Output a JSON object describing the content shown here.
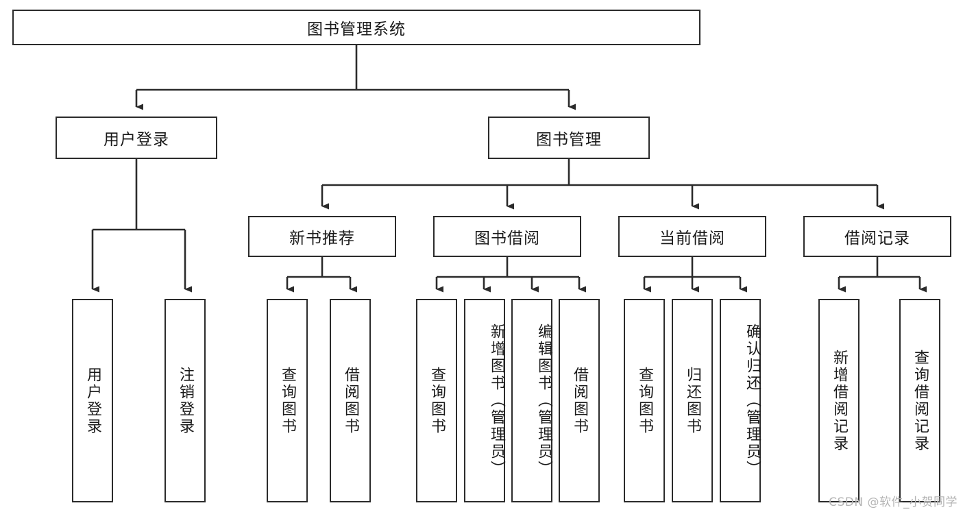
{
  "diagram": {
    "type": "tree",
    "title": "图书管理系统",
    "watermark": "CSDN @软件_小贺同学",
    "colors": {
      "box_border": "#2b2b2b",
      "box_fill": "#ffffff",
      "connector": "#2b2b2b",
      "background": "#ffffff",
      "watermark": "#b4b4b4"
    },
    "root": {
      "label": "图书管理系统"
    },
    "level2": [
      {
        "label": "用户登录"
      },
      {
        "label": "图书管理"
      }
    ],
    "level3": [
      {
        "label": "新书推荐"
      },
      {
        "label": "图书借阅"
      },
      {
        "label": "当前借阅"
      },
      {
        "label": "借阅记录"
      }
    ],
    "leaves": {
      "user_login": [
        {
          "label": "用户登录"
        },
        {
          "label": "注销登录"
        }
      ],
      "new_book_recommend": [
        {
          "label": "查询图书"
        },
        {
          "label": "借阅图书"
        }
      ],
      "book_borrow": [
        {
          "label": "查询图书"
        },
        {
          "label": "新增图书（管理员）"
        },
        {
          "label": "编辑图书（管理员）"
        },
        {
          "label": "借阅图书"
        }
      ],
      "current_borrow": [
        {
          "label": "查询图书"
        },
        {
          "label": "归还图书"
        },
        {
          "label": "确认归还（管理员）"
        }
      ],
      "borrow_record": [
        {
          "label": "新增借阅记录"
        },
        {
          "label": "查询借阅记录"
        }
      ]
    }
  }
}
